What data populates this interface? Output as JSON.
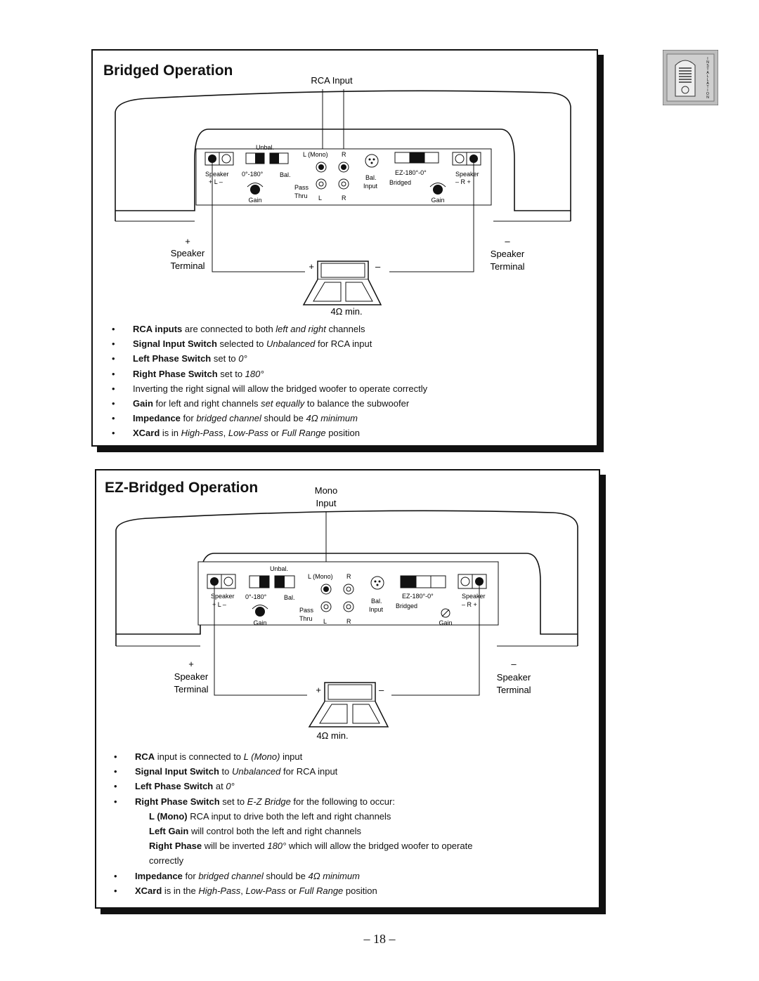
{
  "side_tab": {
    "letters": [
      "I",
      "N",
      "S",
      "T",
      "A",
      "L",
      "L",
      "A",
      "T",
      "I",
      "O",
      "N"
    ]
  },
  "page_number": "– 18 –",
  "panel1": {
    "title": "Bridged Operation",
    "input_label": "RCA Input",
    "amp": {
      "unbal": "Unbal.",
      "bal": "Bal.",
      "l_mono": "L (Mono)",
      "r": "R",
      "speaker": "Speaker",
      "phase": "0°-180°",
      "plus_l_minus": "+  L  –",
      "pass": "Pass",
      "thru": "Thru",
      "l": "L",
      "r2": "R",
      "bal_input_1": "Bal.",
      "bal_input_2": "Input",
      "ez": "EZ-180°-0°",
      "bridged": "Bridged",
      "minus_r_plus": "–  R  +",
      "gain": "Gain"
    },
    "left_terminal": {
      "sign": "+",
      "line1": "Speaker",
      "line2": "Terminal"
    },
    "right_terminal": {
      "sign": "–",
      "line1": "Speaker",
      "line2": "Terminal"
    },
    "woofer_plus": "+",
    "woofer_minus": "–",
    "impedance": "4Ω min.",
    "bullets": [
      {
        "b": "RCA inputs",
        "t1": " are connected to both ",
        "i": "left and right",
        "t2": " channels"
      },
      {
        "b": "Signal Input Switch",
        "t1": " selected to ",
        "i": "Unbalanced",
        "t2": " for RCA input"
      },
      {
        "b": "Left Phase Switch",
        "t1": " set to ",
        "i": "0°",
        "t2": ""
      },
      {
        "b": "Right Phase Switch",
        "t1": " set to ",
        "i": "180°",
        "t2": ""
      },
      {
        "b": "",
        "t1": "Inverting the right signal will allow the bridged woofer to operate correctly",
        "i": "",
        "t2": ""
      },
      {
        "b": "Gain",
        "t1": " for left and right channels ",
        "i": "set equally",
        "t2": " to balance the subwoofer"
      },
      {
        "b": "Impedance",
        "t1": " for ",
        "i": "bridged channel",
        "t2": " should be ",
        "i2": "4Ω minimum"
      },
      {
        "b": "XCard",
        "t1": " is in ",
        "i": "High-Pass",
        "t2": ", ",
        "i2": "Low-Pass",
        "t3": " or ",
        "i3": "Full Range",
        "t4": " position"
      }
    ]
  },
  "panel2": {
    "title": "EZ-Bridged Operation",
    "input_label_1": "Mono",
    "input_label_2": "Input",
    "amp": {
      "unbal": "Unbal.",
      "bal": "Bal.",
      "l_mono": "L (Mono)",
      "r": "R",
      "speaker": "Speaker",
      "phase": "0°-180°",
      "plus_l_minus": "+  L  –",
      "pass": "Pass",
      "thru": "Thru",
      "l": "L",
      "r2": "R",
      "bal_input_1": "Bal.",
      "bal_input_2": "Input",
      "ez": "EZ-180°-0°",
      "bridged": "Bridged",
      "minus_r_plus": "–  R  +",
      "gain": "Gain"
    },
    "left_terminal": {
      "sign": "+",
      "line1": "Speaker",
      "line2": "Terminal"
    },
    "right_terminal": {
      "sign": "–",
      "line1": "Speaker",
      "line2": "Terminal"
    },
    "woofer_plus": "+",
    "woofer_minus": "–",
    "impedance": "4Ω min.",
    "bullets": [
      {
        "b": "RCA",
        "t1": " input is connected to ",
        "i": "L (Mono)",
        "t2": " input"
      },
      {
        "b": "Signal Input Switch",
        "t1": " to ",
        "i": "Unbalanced",
        "t2": " for RCA input"
      },
      {
        "b": "Left Phase Switch",
        "t1": " at ",
        "i": "0°",
        "t2": ""
      },
      {
        "b": "Right Phase Switch",
        "t1": " set to ",
        "i": "E-Z Bridge",
        "t2": " for the following to occur:"
      },
      {
        "sub": true,
        "b": "L (Mono)",
        "t1": " RCA input to drive both the left and right channels",
        "i": "",
        "t2": ""
      },
      {
        "sub": true,
        "b": "Left Gain",
        "t1": " will control both the left and right channels",
        "i": "",
        "t2": ""
      },
      {
        "sub": true,
        "b": "Right Phase",
        "t1": " will be inverted ",
        "i": "180°",
        "t2": " which will allow the bridged woofer to operate"
      },
      {
        "sub": true,
        "b": "",
        "t1": "correctly",
        "i": "",
        "t2": ""
      },
      {
        "b": "Impedance",
        "t1": " for ",
        "i": "bridged channel",
        "t2": " should be ",
        "i2": "4Ω minimum"
      },
      {
        "b": "XCard",
        "t1": " is in the ",
        "i": "High-Pass",
        "t2": ", ",
        "i2": "Low-Pass",
        "t3": " or ",
        "i3": "Full Range",
        "t4": " position"
      }
    ]
  }
}
